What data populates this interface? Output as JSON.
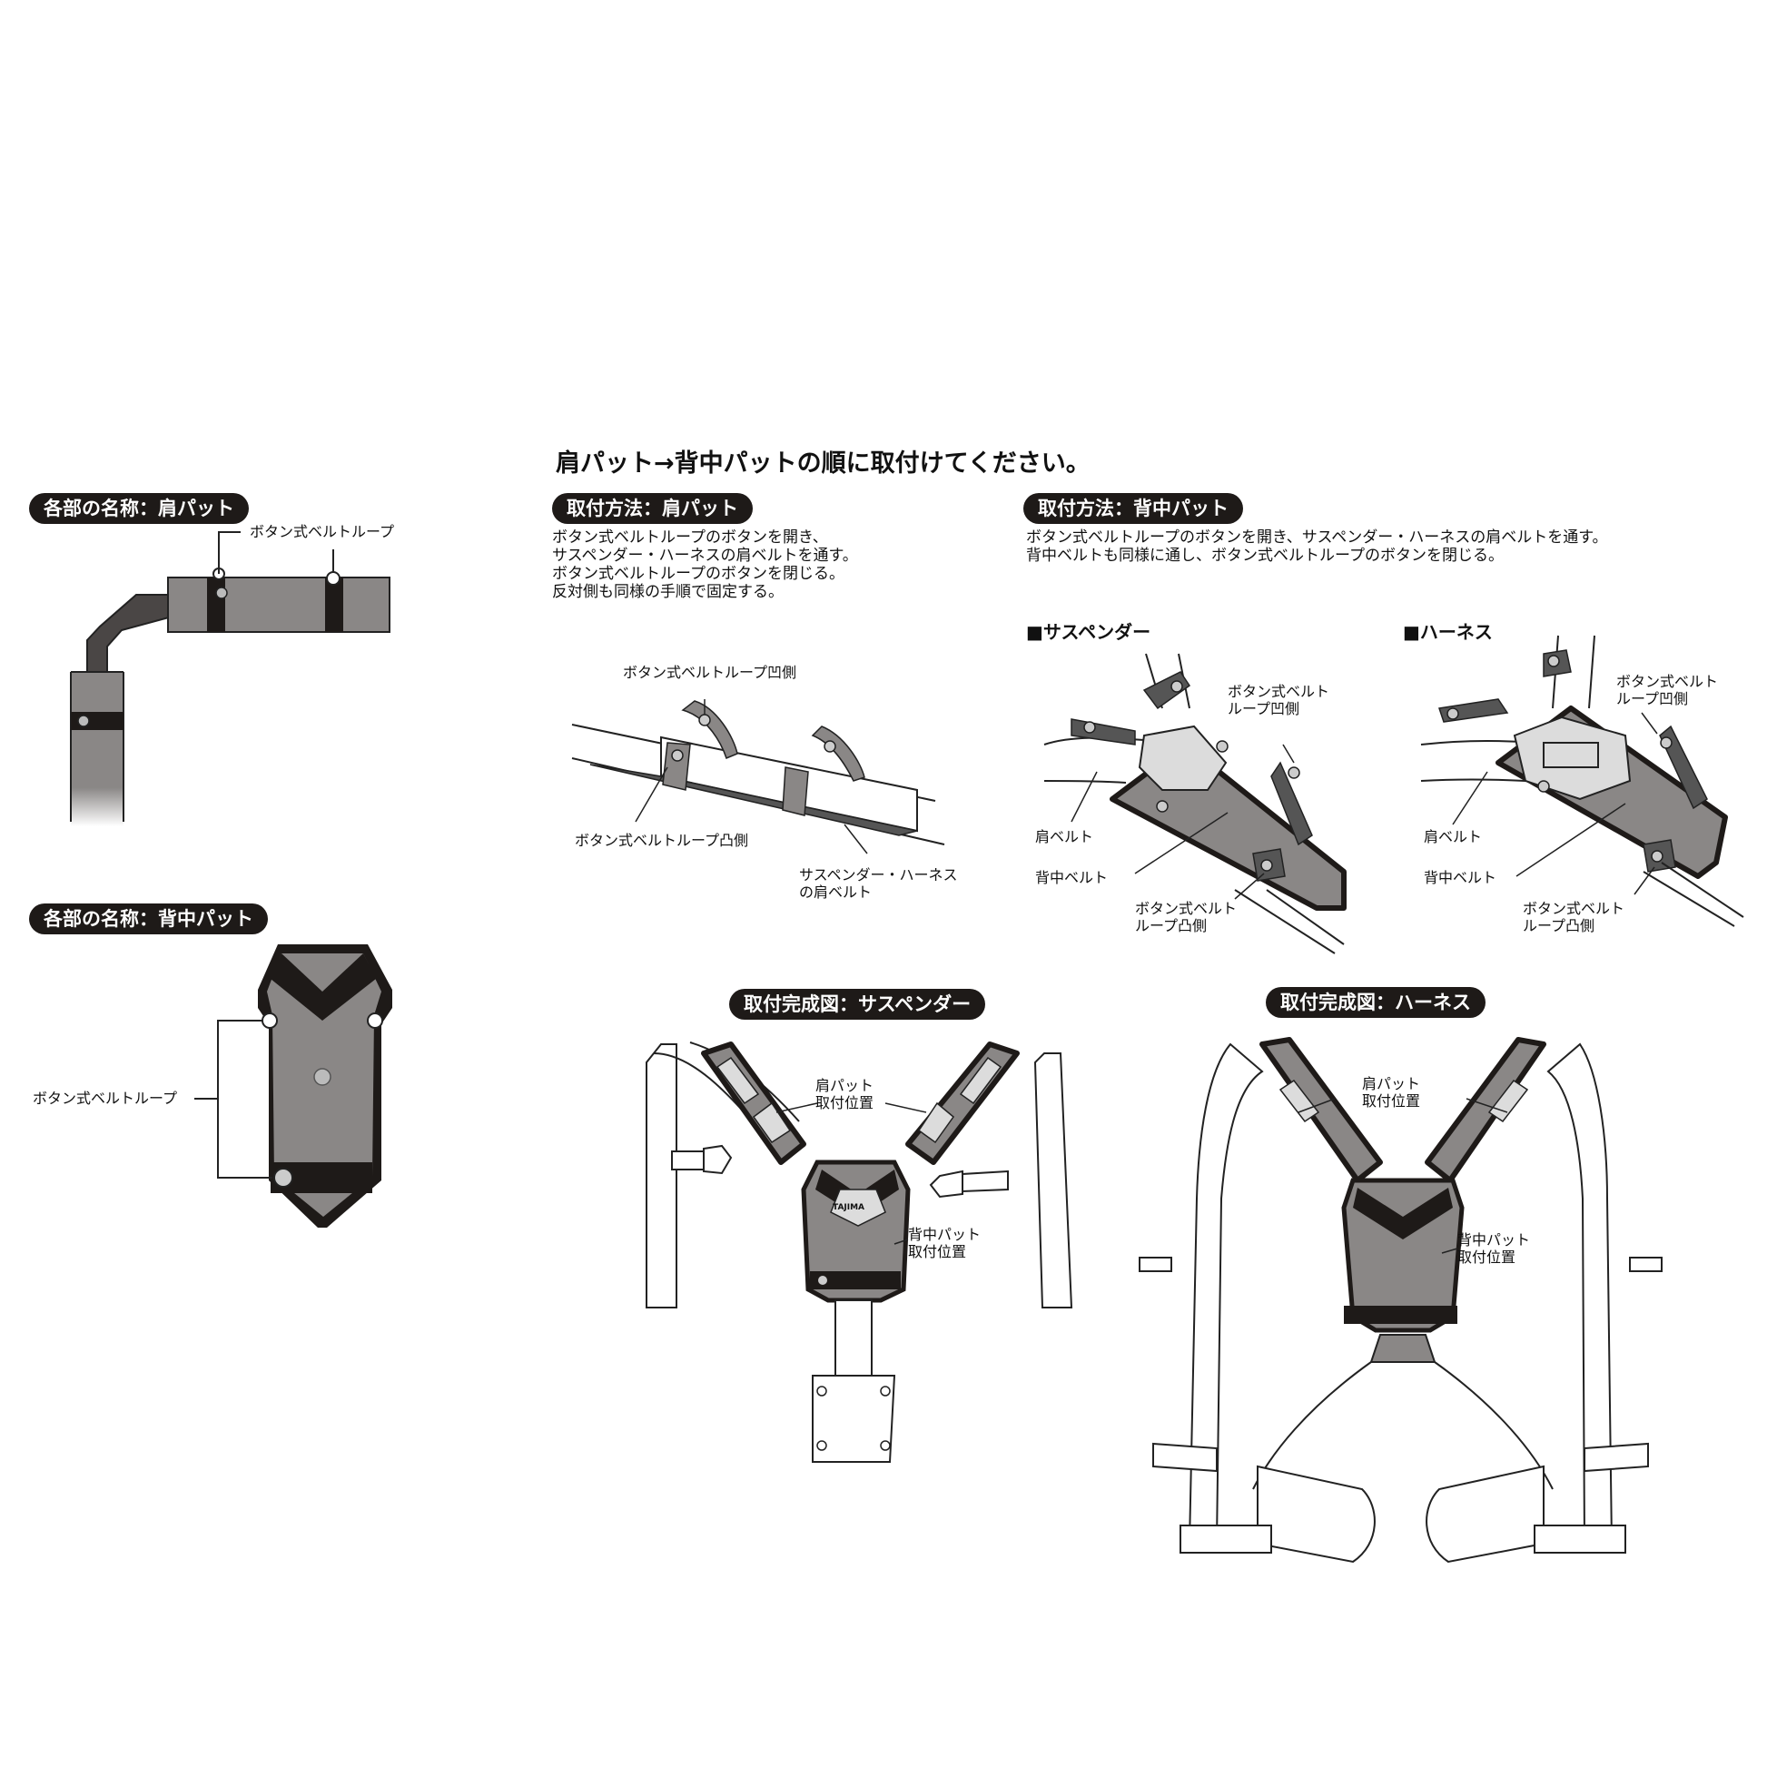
{
  "main_title": "肩パット→背中パットの順に取付けてください。",
  "sections": {
    "parts_shoulder": "各部の名称：肩パット",
    "parts_back": "各部の名称：背中パット",
    "install_shoulder": "取付方法：肩パット",
    "install_back": "取付方法：背中パット",
    "complete_suspender": "取付完成図：サスペンダー",
    "complete_harness": "取付完成図：ハーネス"
  },
  "install_shoulder_text": [
    "ボタン式ベルトループのボタンを開き、",
    "サスペンダー・ハーネスの肩ベルトを通す。",
    "ボタン式ベルトループのボタンを閉じる。",
    "反対側も同様の手順で固定する。"
  ],
  "install_back_text": [
    "ボタン式ベルトループのボタンを開き、サスペンダー・ハーネスの肩ベルトを通す。",
    "背中ベルトも同様に通し、ボタン式ベルトループのボタンを閉じる。"
  ],
  "subheadings": {
    "suspender": "■サスペンダー",
    "harness": "■ハーネス"
  },
  "labels": {
    "button_loop": "ボタン式ベルトループ",
    "button_loop_back": "ボタン式ベルトループ",
    "loop_concave": "ボタン式ベルトループ凹側",
    "loop_convex": "ボタン式ベルトループ凸側",
    "shoulder_belt_line1": "サスペンダー・ハーネス",
    "shoulder_belt_line2": "の肩ベルト",
    "sus_loop_concave_1": "ボタン式ベルト",
    "sus_loop_concave_2": "ループ凹側",
    "sus_shoulder_belt": "肩ベルト",
    "sus_back_belt": "背中ベルト",
    "sus_loop_convex_1": "ボタン式ベルト",
    "sus_loop_convex_2": "ループ凸側",
    "har_loop_concave_1": "ボタン式ベルト",
    "har_loop_concave_2": "ループ凹側",
    "har_shoulder_belt": "肩ベルト",
    "har_back_belt": "背中ベルト",
    "har_loop_convex_1": "ボタン式ベルト",
    "har_loop_convex_2": "ループ凸側",
    "sus_shoulder_pos_1": "肩パット",
    "sus_shoulder_pos_2": "取付位置",
    "sus_back_pos_1": "背中パット",
    "sus_back_pos_2": "取付位置",
    "har_shoulder_pos_1": "肩パット",
    "har_shoulder_pos_2": "取付位置",
    "har_back_pos_1": "背中パット",
    "har_back_pos_2": "取付位置"
  },
  "logo_text": "TAJIMA",
  "colors": {
    "pad_gray": "#8a8786",
    "dark": "#1e1a18",
    "light_pad": "#dcdcdc"
  }
}
